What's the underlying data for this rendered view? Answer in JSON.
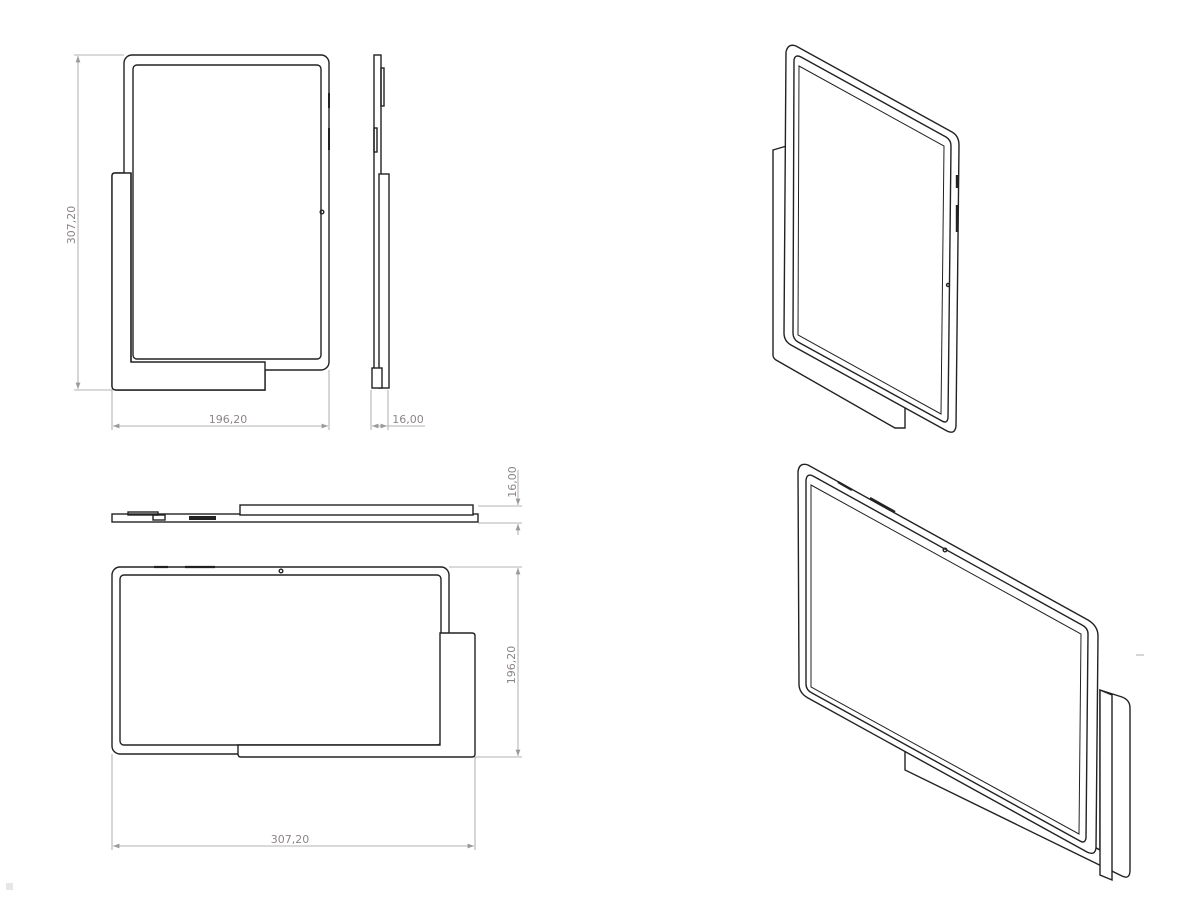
{
  "views": {
    "front_portrait": {
      "height_dim": "307,20",
      "width_dim": "196,20"
    },
    "side_portrait": {
      "depth_dim": "16,00"
    },
    "top_landscape": {
      "depth_dim": "16,00"
    },
    "front_landscape": {
      "height_dim": "196,20",
      "width_dim": "307,20"
    }
  }
}
